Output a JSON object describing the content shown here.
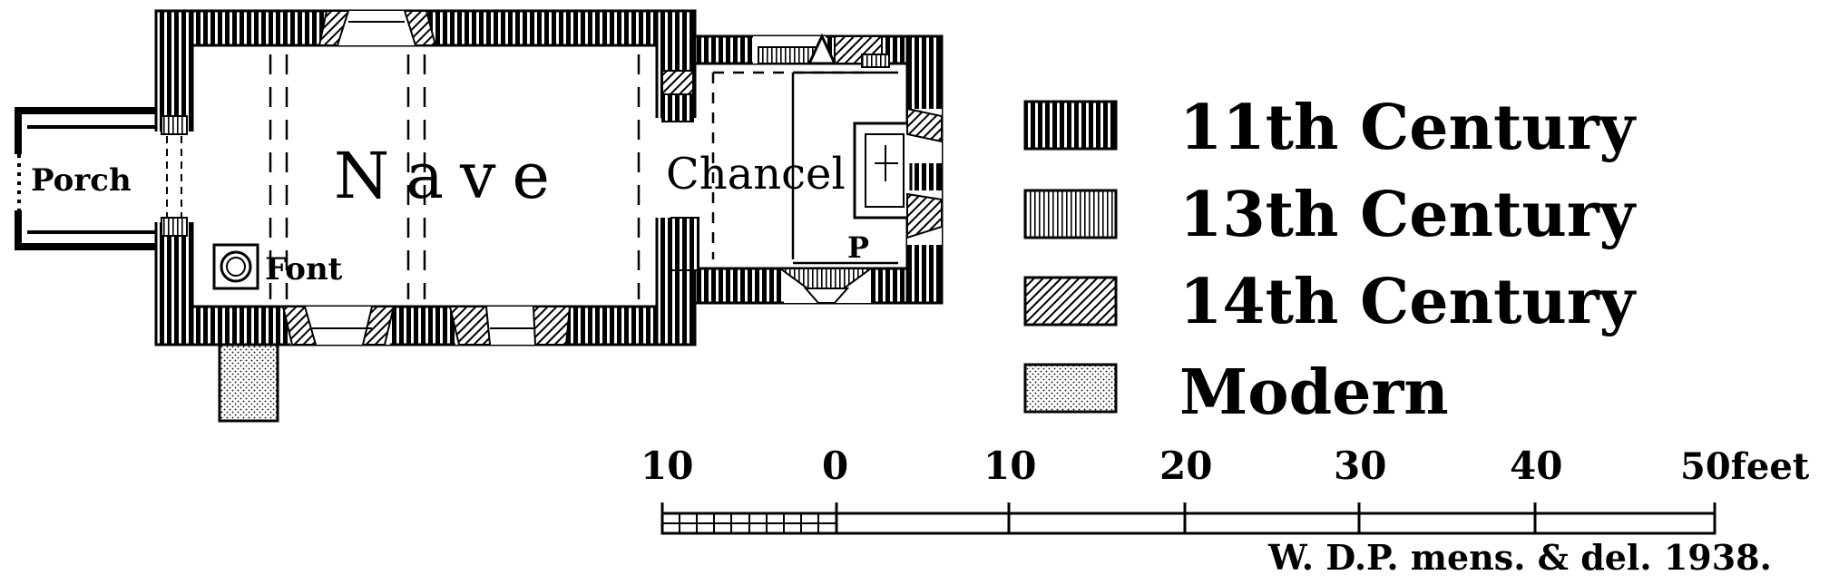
{
  "plan": {
    "rooms": {
      "porch": "Porch",
      "nave": "Nave",
      "chancel": "Chancel"
    },
    "features": {
      "font": "Font",
      "piscina": "P"
    }
  },
  "legend": {
    "items": [
      {
        "label": "11th Century",
        "pattern": "solid-vertical-hatch"
      },
      {
        "label": "13th Century",
        "pattern": "fine-vertical-hatch"
      },
      {
        "label": "14th Century",
        "pattern": "diagonal-hatch"
      },
      {
        "label": "Modern",
        "pattern": "stipple"
      }
    ]
  },
  "scale": {
    "ticks": [
      "10",
      "0",
      "10",
      "20",
      "30",
      "40",
      "50feet"
    ]
  },
  "credit": "W. D.P. mens. & del. 1938."
}
